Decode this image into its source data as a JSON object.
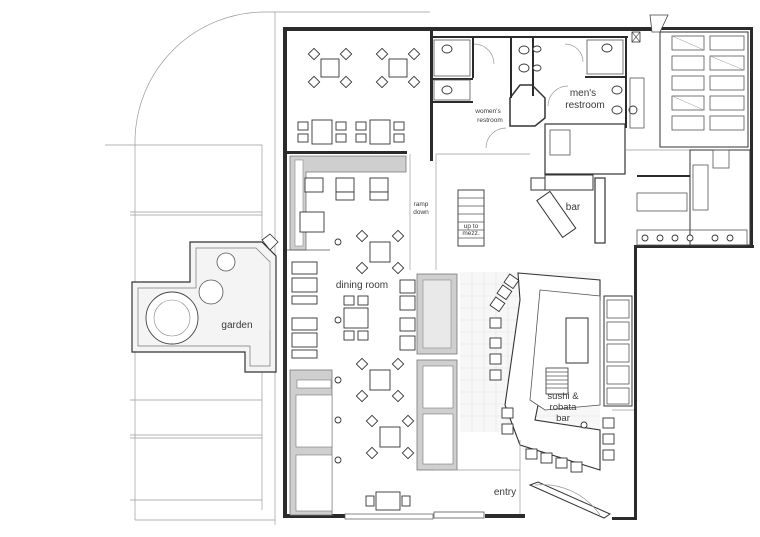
{
  "labels": {
    "womens_restroom_1": "women's",
    "womens_restroom_2": "restroom",
    "mens_restroom_1": "men's",
    "mens_restroom_2": "restroom",
    "bar": "bar",
    "ramp_1": "ramp",
    "ramp_2": "down",
    "mezz_1": "up to",
    "mezz_2": "mezz.",
    "dining_room": "dining room",
    "garden": "garden",
    "sushi_1": "sushi &",
    "sushi_2": "robata",
    "sushi_3": "bar",
    "entry": "entry"
  }
}
